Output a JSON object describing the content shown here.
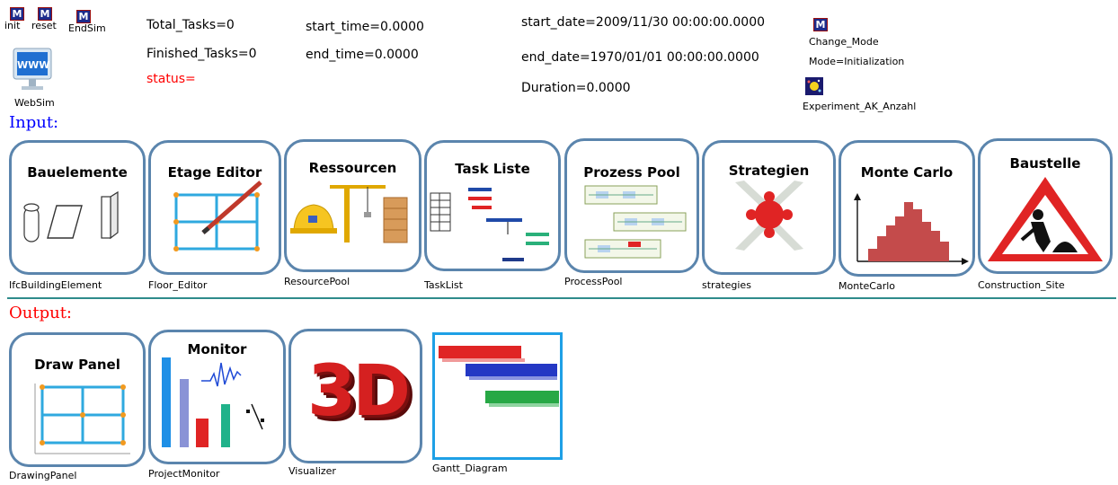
{
  "controls": {
    "init_label": "init",
    "reset_label": "reset",
    "endsim_label": "EndSim",
    "websim_label": "WebSim",
    "websim_icon_text": "WWW",
    "change_mode_label": "Change_Mode",
    "mode_text": "Mode=Initialization",
    "experiment_label": "Experiment_AK_Anzahl",
    "m_glyph": "M"
  },
  "status": {
    "total_tasks": "Total_Tasks=0",
    "finished_tasks": "Finished_Tasks=0",
    "status": "status=",
    "start_time": "start_time=0.0000",
    "end_time": "end_time=0.0000",
    "start_date": "start_date=2009/11/30 00:00:00.0000",
    "end_date": "end_date=1970/01/01 00:00:00.0000",
    "duration": "Duration=0.0000"
  },
  "sections": {
    "input": "Input:",
    "output": "Output:"
  },
  "input_tiles": [
    {
      "title": "Bauelemente",
      "caption": "IfcBuildingElement"
    },
    {
      "title": "Etage Editor",
      "caption": "Floor_Editor"
    },
    {
      "title": "Ressourcen",
      "caption": "ResourcePool"
    },
    {
      "title": "Task Liste",
      "caption": "TaskList"
    },
    {
      "title": "Prozess Pool",
      "caption": "ProcessPool"
    },
    {
      "title": "Strategien",
      "caption": "strategies"
    },
    {
      "title": "Monte Carlo",
      "caption": "MonteCarlo"
    },
    {
      "title": "Baustelle",
      "caption": "Construction_Site"
    }
  ],
  "output_tiles": [
    {
      "title": "Draw Panel",
      "caption": "DrawingPanel"
    },
    {
      "title": "Monitor",
      "caption": "ProjectMonitor"
    },
    {
      "title": "",
      "caption": "Visualizer",
      "graphic_text": "3D"
    },
    {
      "title": "",
      "caption": "Gantt_Diagram"
    }
  ],
  "colors": {
    "tile_border": "#5b85ad",
    "input_heading": "#0000ff",
    "output_heading": "#ff0000",
    "status_text": "#ff0000",
    "separator": "#2e8b8b",
    "gantt_border": "#1ea0e6"
  }
}
